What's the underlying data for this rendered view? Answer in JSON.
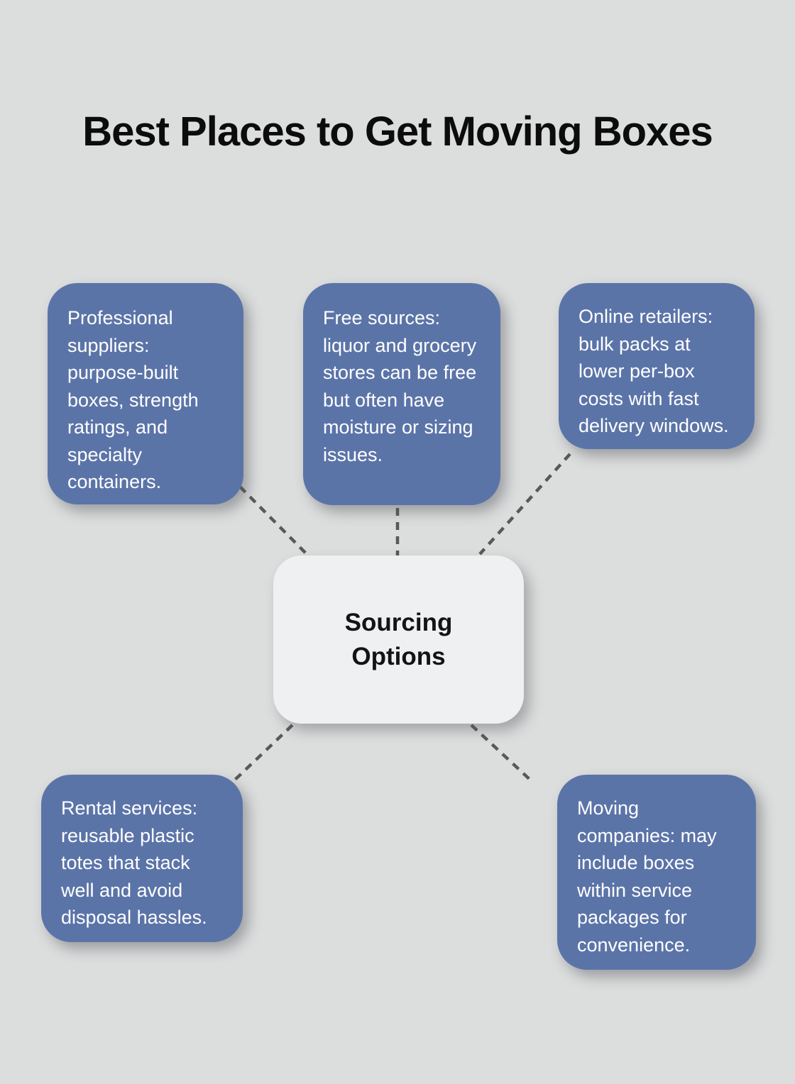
{
  "title": "Best Places to Get Moving Boxes",
  "center": {
    "label": "Sourcing Options"
  },
  "nodes": [
    {
      "id": "professional-suppliers",
      "text": "Professional suppliers: purpose-built boxes, strength ratings, and specialty containers."
    },
    {
      "id": "free-sources",
      "text": "Free sources: liquor and grocery stores can be free but often have moisture or sizing issues."
    },
    {
      "id": "online-retailers",
      "text": "Online retailers: bulk packs at lower per-box costs with fast delivery windows."
    },
    {
      "id": "rental-services",
      "text": "Rental services: reusable plastic totes that stack well and avoid disposal hassles."
    },
    {
      "id": "moving-companies",
      "text": "Moving companies: may include boxes within service packages for convenience."
    }
  ],
  "colors": {
    "background": "#dcdddd",
    "node_fill": "#5b74a8",
    "node_text": "#ffffff",
    "center_fill": "#eff0f2",
    "title_text": "#0c0c0c",
    "connector": "#595959"
  }
}
